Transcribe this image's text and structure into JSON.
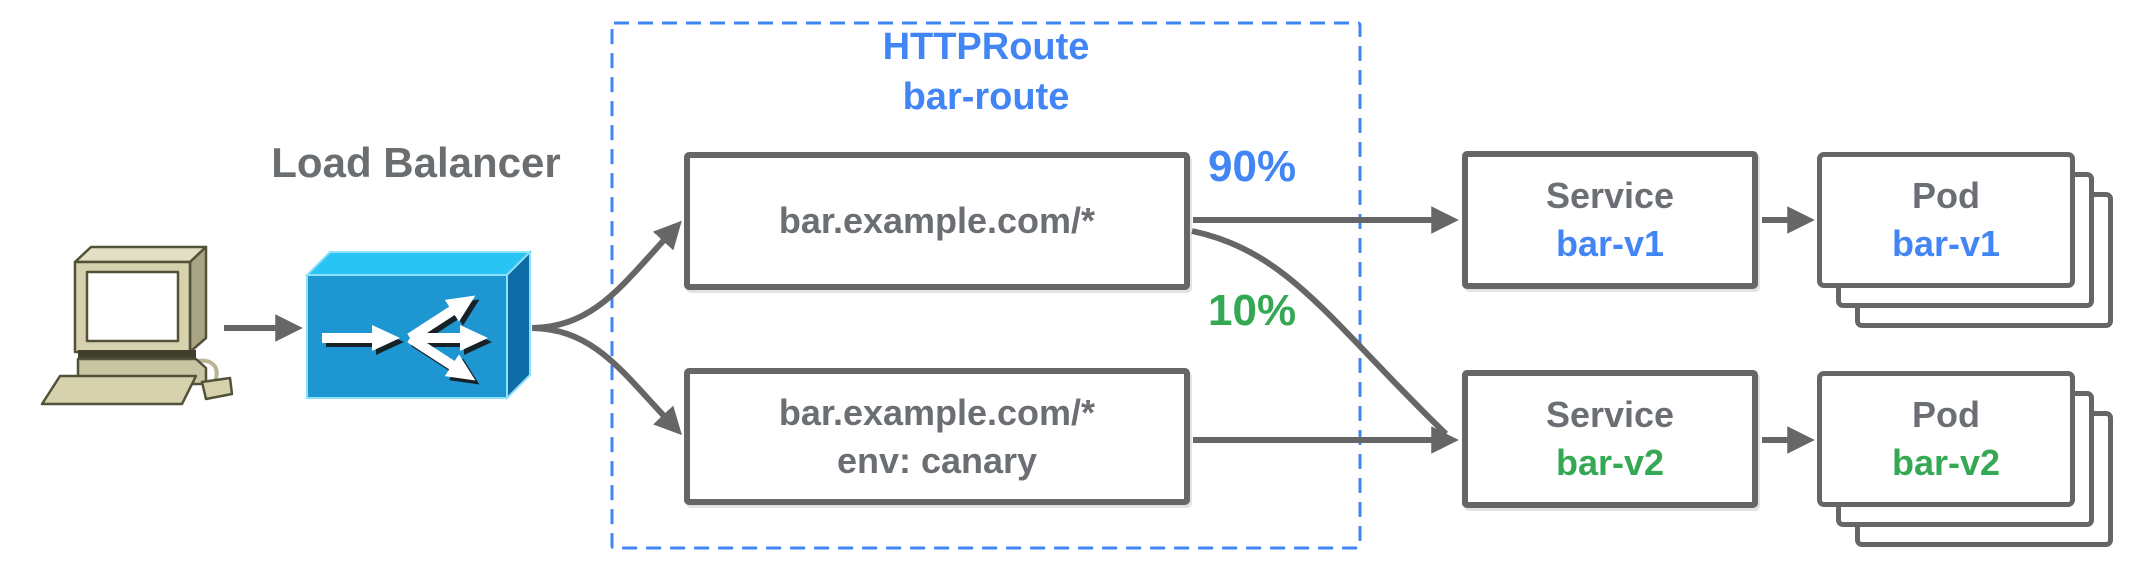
{
  "client": {
    "icon": "desktop-computer-icon"
  },
  "load_balancer": {
    "label": "Load Balancer",
    "icon": "load-balancer-icon"
  },
  "httproute": {
    "kind": "HTTPRoute",
    "name": "bar-route",
    "rules": [
      {
        "match": "bar.example.com/*",
        "weight": "90%"
      },
      {
        "match": "bar.example.com/*",
        "header": "env: canary",
        "weight": "10%"
      }
    ]
  },
  "services": [
    {
      "kind": "Service",
      "name": "bar-v1"
    },
    {
      "kind": "Service",
      "name": "bar-v2"
    }
  ],
  "pods": [
    {
      "kind": "Pod",
      "name": "bar-v1"
    },
    {
      "kind": "Pod",
      "name": "bar-v2"
    }
  ],
  "colors": {
    "blue": "#4285f4",
    "green": "#34a853",
    "gray_text": "#6b6f73",
    "box_border": "#666666",
    "arrow": "#666666",
    "dashed_border": "#4285f4",
    "lb_top": "#29c3f4",
    "lb_front": "#1e96d2",
    "lb_side": "#0e6da6"
  }
}
